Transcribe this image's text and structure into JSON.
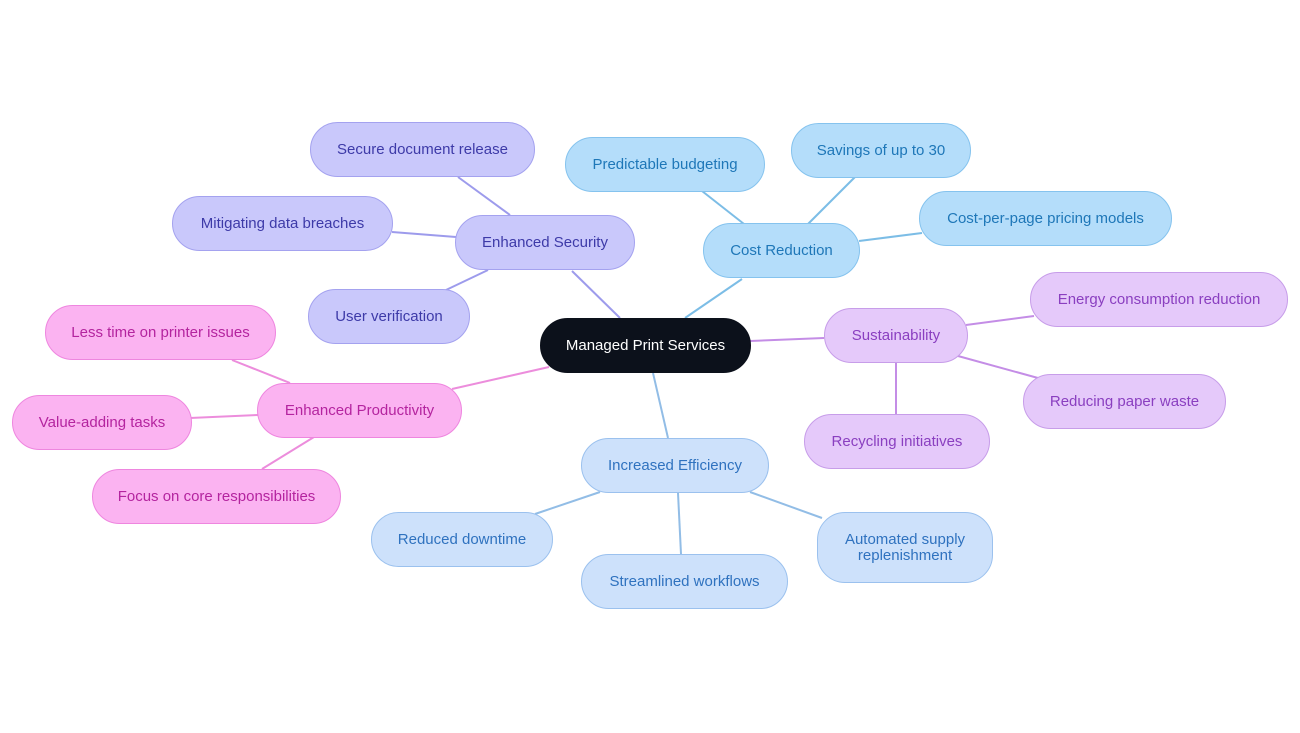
{
  "root": {
    "label": "Managed Print Services"
  },
  "branches": {
    "security": {
      "label": "Enhanced Security",
      "children": [
        "Secure document release",
        "Mitigating data breaches",
        "User verification"
      ]
    },
    "cost": {
      "label": "Cost Reduction",
      "children": [
        "Predictable budgeting",
        "Savings of up to 30",
        "Cost-per-page pricing models"
      ]
    },
    "sustainability": {
      "label": "Sustainability",
      "children": [
        "Energy consumption reduction",
        "Reducing paper waste",
        "Recycling initiatives"
      ]
    },
    "efficiency": {
      "label": "Increased Efficiency",
      "children": [
        "Reduced downtime",
        "Streamlined workflows",
        "Automated supply replenishment"
      ]
    },
    "productivity": {
      "label": "Enhanced Productivity",
      "children": [
        "Less time on printer issues",
        "Value-adding tasks",
        "Focus on core responsibilities"
      ]
    }
  },
  "colors": {
    "root_fill": "#0c111b",
    "security_edge": "#9d9bec",
    "cost_edge": "#7cbde6",
    "efficiency_edge": "#92bde6",
    "sustainability_edge": "#c48de6",
    "productivity_edge": "#ec8ddc"
  }
}
